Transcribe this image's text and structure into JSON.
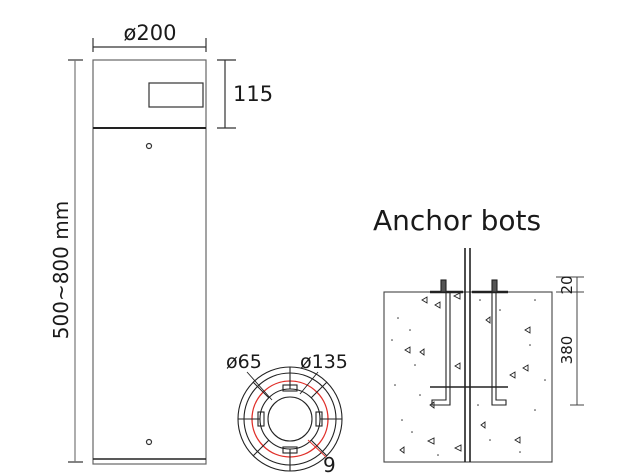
{
  "drawing": {
    "bollard": {
      "diameter_label": "ø200",
      "head_height_label": "115",
      "height_label": "500~800 mm"
    },
    "base_section": {
      "inner_diameter_label": "ø65",
      "bolt_circle_label": "ø135",
      "hole_label": "9",
      "bolt_circle_color": "#e0302a"
    },
    "anchor": {
      "title": "Anchor bots",
      "top_dim_label": "20",
      "depth_dim_label": "380"
    }
  }
}
